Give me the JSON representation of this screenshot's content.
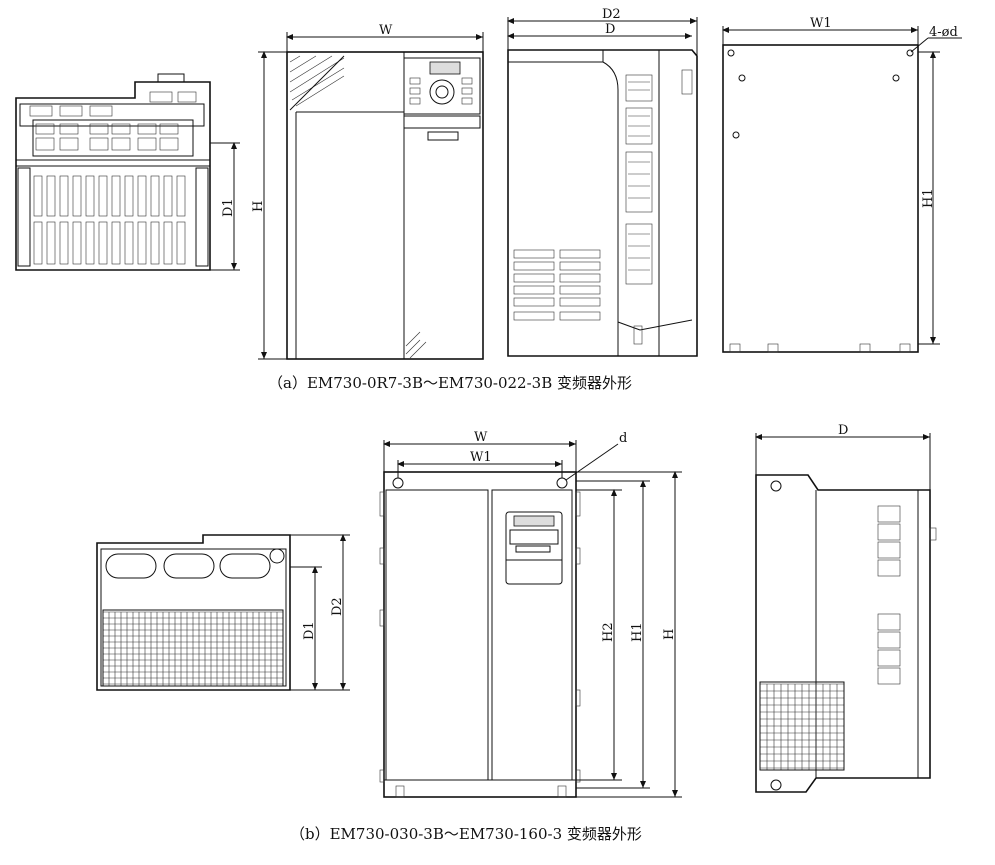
{
  "captions": {
    "a": "（a）EM730-0R7-3B～EM730-022-3B 变频器外形",
    "b": "（b）EM730-030-3B～EM730-160-3 变频器外形"
  },
  "dims_a": {
    "front_width": "W",
    "front_height": "H",
    "bottom_depth": "D1",
    "side_depth_outer": "D2",
    "side_depth": "D",
    "back_width": "W1",
    "back_height": "H1",
    "hole": "4-ød"
  },
  "dims_b": {
    "bottom_depth1": "D1",
    "bottom_depth2": "D2",
    "front_width": "W",
    "front_width1": "W1",
    "hole": "d",
    "front_h2": "H2",
    "front_h1": "H1",
    "front_h": "H",
    "side_depth": "D"
  }
}
